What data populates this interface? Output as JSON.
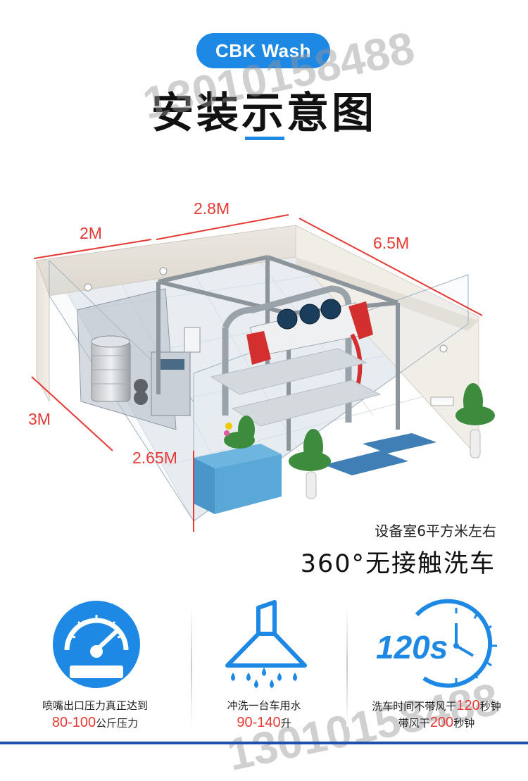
{
  "header": {
    "brand_badge": "CBK Wash",
    "title": "安装示意图"
  },
  "watermark": "13010158488",
  "diagram": {
    "dim_width_small": "2M",
    "dim_width_large": "2.8M",
    "dim_length": "6.5M",
    "dim_depth": "3M",
    "dim_height": "2.65M"
  },
  "caption": {
    "line1": "设备室6平方米左右",
    "line2": "360°无接触洗车"
  },
  "features": [
    {
      "icon": "pressure-gauge-icon",
      "line1": "喷嘴出口压力真正达到",
      "value": "80-100",
      "unit": "公斤压力"
    },
    {
      "icon": "water-spray-icon",
      "line1": "冲洗一台车用水",
      "value": "90-140",
      "unit": "升"
    },
    {
      "icon": "stopwatch-icon",
      "badge": "120s",
      "line1_pre": "洗车时间不带风干",
      "line1_value": "120",
      "line1_unit": "秒钟",
      "line2_pre": "带风干",
      "line2_value": "200",
      "line2_unit": "秒钟"
    }
  ],
  "colors": {
    "accent_blue": "#1e88e5",
    "dimension_red": "#e53935"
  }
}
